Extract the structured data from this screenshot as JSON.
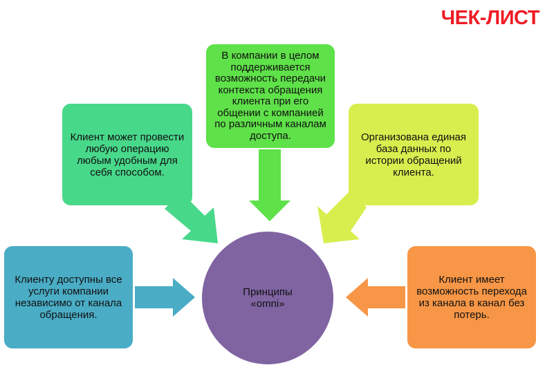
{
  "header": {
    "title": "ЧЕК-ЛИСТ"
  },
  "center": {
    "line1": "Принципы",
    "line2": "«omni»"
  },
  "boxes": {
    "top": {
      "text": "В компании в целом поддерживается возможность передачи контекста обращения клиента при его общении с компанией по различным каналам доступа."
    },
    "left_upper": {
      "text": "Клиент может провести любую операцию любым удобным для себя способом."
    },
    "right_upper": {
      "text": "Организована единая база данных по истории обращений клиента."
    },
    "left_lower": {
      "text": "Клиенту доступны все услуги компании независимо от канала обращения."
    },
    "right_lower": {
      "text": "Клиент имеет возможность перехода из канала в канал без потерь."
    }
  },
  "colors": {
    "title": "#ee1c25",
    "top": "#5fe149",
    "left_upper": "#48d88a",
    "right_upper": "#d7ee4e",
    "left_lower": "#4aacc5",
    "right_lower": "#f79646",
    "center": "#8064a2"
  }
}
